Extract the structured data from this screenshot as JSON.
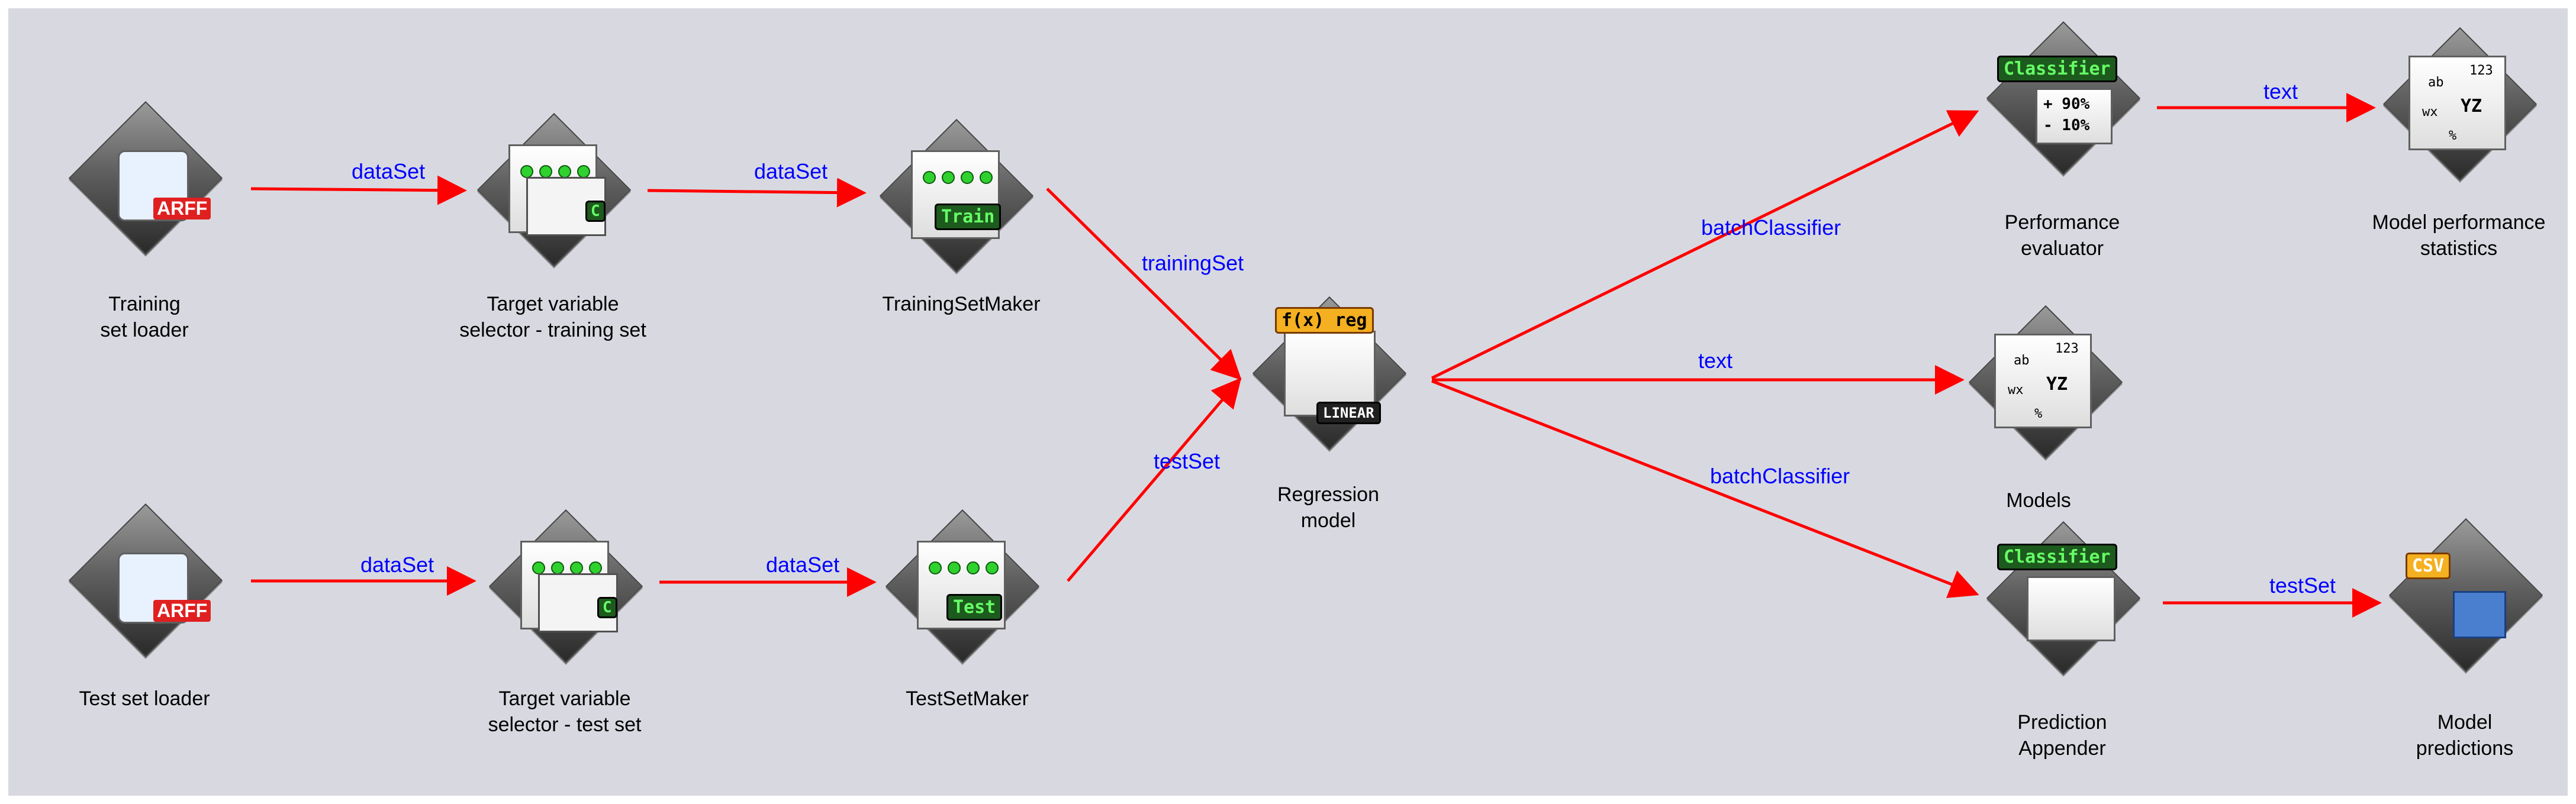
{
  "nodes": {
    "training_loader": {
      "label": "Training\nset loader",
      "badge": "ARFF"
    },
    "test_loader": {
      "label": "Test set loader",
      "badge": "ARFF"
    },
    "target_train": {
      "label": "Target variable\nselector - training set",
      "badge": "C"
    },
    "target_test": {
      "label": "Target variable\nselector - test set",
      "badge": "C"
    },
    "training_set_maker": {
      "label": "TrainingSetMaker",
      "badge": "Train"
    },
    "test_set_maker": {
      "label": "TestSetMaker",
      "badge": "Test"
    },
    "regression_model": {
      "label": "Regression\nmodel",
      "badge": "f(x) reg",
      "sub_badge": "LINEAR"
    },
    "performance_evaluator": {
      "label": "Performance\nevaluator",
      "badge": "Classifier",
      "text_lines": [
        "+ 90%",
        "- 10%"
      ]
    },
    "models": {
      "label": "Models",
      "icon_text": [
        "ab",
        "123",
        "wx",
        "YZ",
        "%"
      ]
    },
    "prediction_appender": {
      "label": "Prediction\nAppender",
      "badge": "Classifier"
    },
    "model_performance_statistics": {
      "label": "Model performance\nstatistics",
      "icon_text": [
        "ab",
        "123",
        "wx",
        "YZ",
        "%"
      ]
    },
    "model_predictions": {
      "label": "Model\npredictions",
      "badge": "CSV"
    }
  },
  "connections": {
    "train_loader_to_selector": "dataSet",
    "train_selector_to_maker": "dataSet",
    "test_loader_to_selector": "dataSet",
    "test_selector_to_maker": "dataSet",
    "training_set": "trainingSet",
    "test_set": "testSet",
    "to_performance": "batchClassifier",
    "to_models": "text",
    "to_appender": "batchClassifier",
    "perf_to_stats": "text",
    "appender_to_predictions": "testSet"
  },
  "colors": {
    "canvas": "#d8d9e0",
    "arrow": "#ff0000",
    "connection_label": "#0000ff",
    "badge_text": "#66ff66"
  }
}
